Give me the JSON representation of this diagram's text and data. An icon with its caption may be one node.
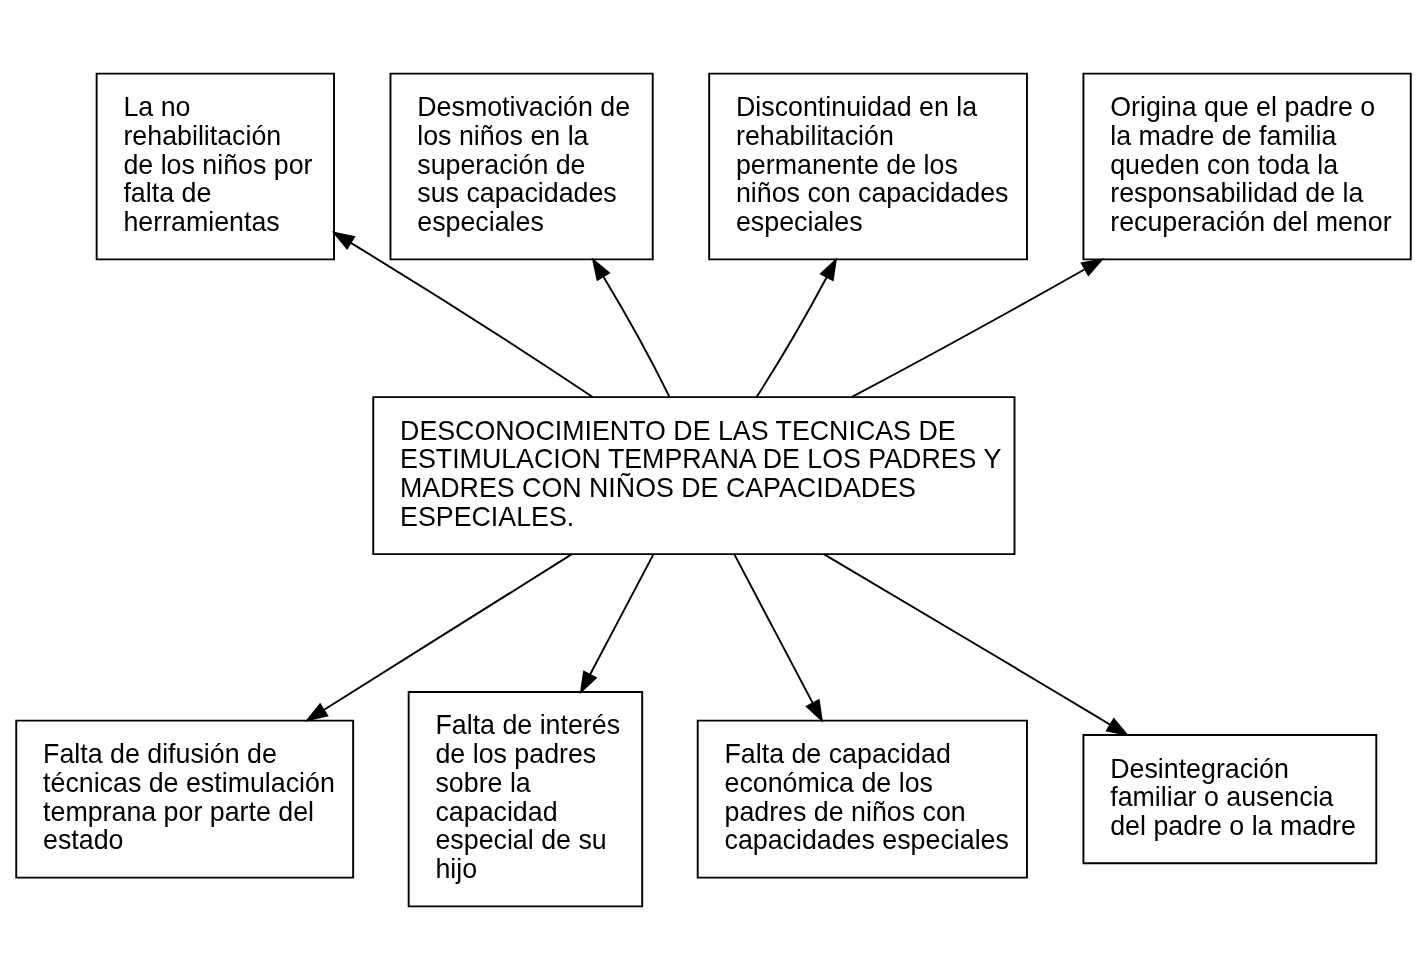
{
  "diagram": {
    "nodes": [
      {
        "text": [
          "La no rehabilitación de los niños por falta de herramientas"
        ]
      },
      {
        "text": [
          "Desmotivación de los niños en la superación de sus capacidades especiales"
        ]
      },
      {
        "text": [
          "Discontinuidad en la rehabilitación permanente de los niños con capacidades especiales"
        ]
      },
      {
        "text": [
          "Origina que el padre o la madre de familia queden con toda la responsabilidad de la recuperación del menor"
        ]
      },
      {
        "text": [
          "DESCONOCIMIENTO DE LAS TECNICAS DE ESTIMULACION TEMPRANA DE LOS PADRES Y MADRES CON NIÑOS DE CAPACIDADES ESPECIALES."
        ]
      },
      {
        "text": [
          "Falta de difusión de técnicas de estimulación temprana por parte del estado"
        ]
      },
      {
        "text": [
          "Falta de interés de los padres sobre la capacidad especial de su hijo"
        ]
      },
      {
        "text": [
          "Falta de capacidad económica de los padres de niños con capacidades especiales"
        ]
      },
      {
        "text": [
          "Desintegración familiar o ausencia del padre o la madre"
        ]
      }
    ],
    "edges": [
      {
        "from": 4,
        "to": 0,
        "arrow": "to"
      },
      {
        "from": 4,
        "to": 1,
        "arrow": "to"
      },
      {
        "from": 4,
        "to": 2,
        "arrow": "to"
      },
      {
        "from": 4,
        "to": 3,
        "arrow": "to"
      },
      {
        "from": 4,
        "to": 5,
        "arrow": "to"
      },
      {
        "from": 4,
        "to": 6,
        "arrow": "to"
      },
      {
        "from": 4,
        "to": 7,
        "arrow": "to"
      },
      {
        "from": 4,
        "to": 8,
        "arrow": "to"
      }
    ]
  }
}
